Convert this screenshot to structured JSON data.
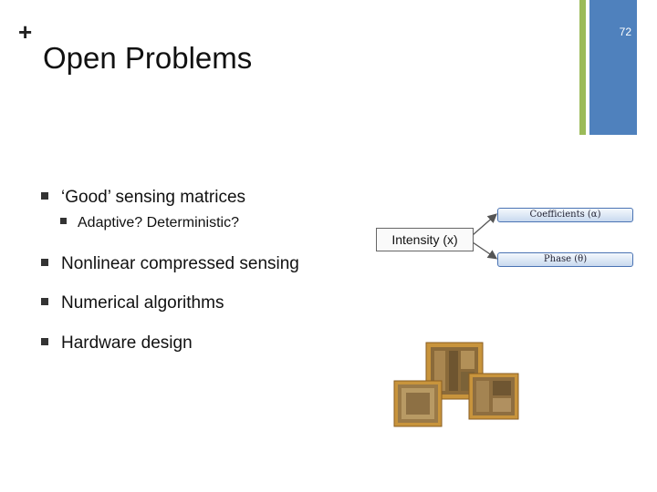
{
  "slide": {
    "plus_mark": "+",
    "title": "Open Problems",
    "number": "72"
  },
  "bullets": [
    {
      "text": "‘Good’ sensing matrices",
      "sub": [
        "Adaptive? Deterministic?"
      ]
    },
    {
      "text": "Nonlinear compressed sensing"
    },
    {
      "text": "Numerical algorithms"
    },
    {
      "text": "Hardware design"
    }
  ],
  "diagram": {
    "input_label": "Intensity (x)",
    "outputs": [
      "Coefficients (α)",
      "Phase (θ)"
    ]
  },
  "colors": {
    "accent_green": "#9bbb59",
    "accent_blue": "#4f81bd",
    "chip_gold": "#c8943c"
  }
}
